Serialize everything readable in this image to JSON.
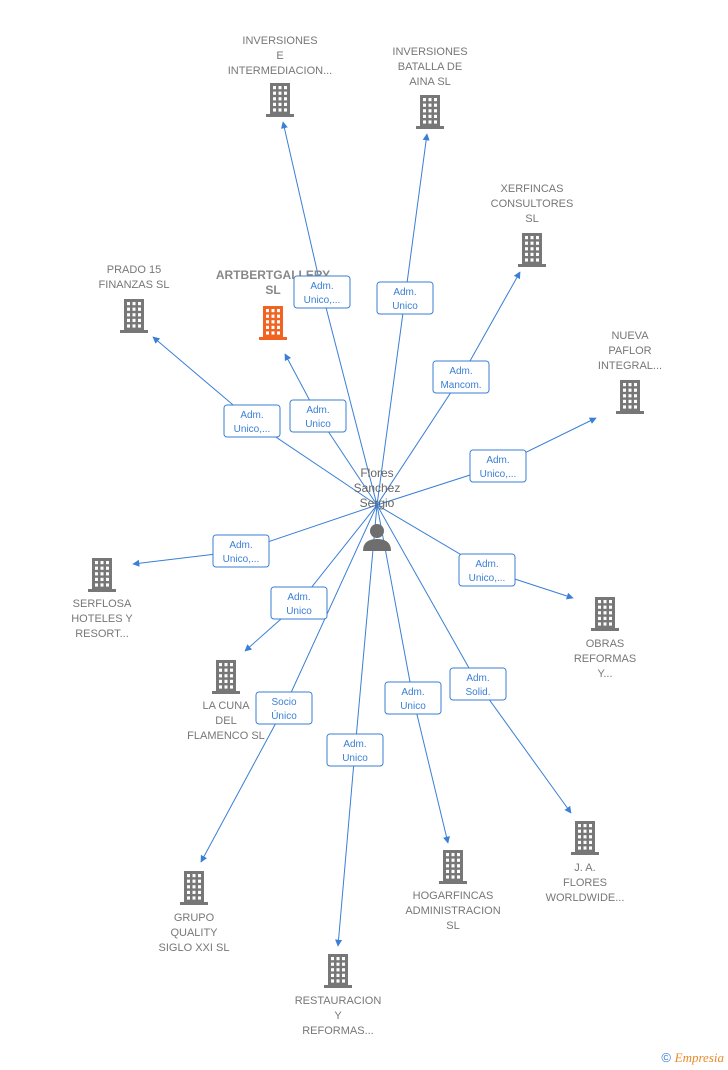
{
  "person": {
    "name_lines": [
      "Flores",
      "Sanchez",
      "Sergio"
    ]
  },
  "colors": {
    "edge": "#3a7fd5",
    "company": "#777777",
    "highlight": "#f26322"
  },
  "companies": [
    {
      "id": "inversiones-intermediacion",
      "label_lines": [
        "INVERSIONES",
        "E",
        "INTERMEDIACION..."
      ],
      "highlight": false
    },
    {
      "id": "inversiones-batalla",
      "label_lines": [
        "INVERSIONES",
        "BATALLA DE",
        "AINA  SL"
      ],
      "highlight": false
    },
    {
      "id": "xerfincas",
      "label_lines": [
        "XERFINCAS",
        "CONSULTORES",
        "SL"
      ],
      "highlight": false
    },
    {
      "id": "prado15",
      "label_lines": [
        "PRADO 15",
        "FINANZAS  SL"
      ],
      "highlight": false
    },
    {
      "id": "artbertgallery",
      "label_lines": [
        "ARTBERTGALLERY",
        "SL"
      ],
      "highlight": true
    },
    {
      "id": "nueva-paflor",
      "label_lines": [
        "NUEVA",
        "PAFLOR",
        "INTEGRAL..."
      ],
      "highlight": false
    },
    {
      "id": "serflosa",
      "label_lines": [
        "SERFLOSA",
        "HOTELES Y",
        "RESORT..."
      ],
      "highlight": false
    },
    {
      "id": "obras-reformas",
      "label_lines": [
        "OBRAS",
        "REFORMAS",
        "Y..."
      ],
      "highlight": false
    },
    {
      "id": "la-cuna",
      "label_lines": [
        "LA CUNA",
        "DEL",
        "FLAMENCO SL"
      ],
      "highlight": false
    },
    {
      "id": "ja-flores",
      "label_lines": [
        "J.  A.",
        "FLORES",
        "WORLDWIDE..."
      ],
      "highlight": false
    },
    {
      "id": "grupo-quality",
      "label_lines": [
        "GRUPO",
        "QUALITY",
        "SIGLO XXI  SL"
      ],
      "highlight": false
    },
    {
      "id": "hogarfincas",
      "label_lines": [
        "HOGARFINCAS",
        "ADMINISTRACION",
        "SL"
      ],
      "highlight": false
    },
    {
      "id": "restauracion",
      "label_lines": [
        "RESTAURACION",
        "Y",
        "REFORMAS..."
      ],
      "highlight": false
    }
  ],
  "relations": [
    {
      "target": "inversiones-intermediacion",
      "label_lines": [
        "Adm.",
        "Unico,..."
      ]
    },
    {
      "target": "inversiones-batalla",
      "label_lines": [
        "Adm.",
        "Unico"
      ]
    },
    {
      "target": "xerfincas",
      "label_lines": [
        "Adm.",
        "Mancom."
      ]
    },
    {
      "target": "prado15",
      "label_lines": [
        "Adm.",
        "Unico,..."
      ]
    },
    {
      "target": "artbertgallery",
      "label_lines": [
        "Adm.",
        "Unico"
      ]
    },
    {
      "target": "nueva-paflor",
      "label_lines": [
        "Adm.",
        "Unico,..."
      ]
    },
    {
      "target": "serflosa",
      "label_lines": [
        "Adm.",
        "Unico,..."
      ]
    },
    {
      "target": "obras-reformas",
      "label_lines": [
        "Adm.",
        "Unico,..."
      ]
    },
    {
      "target": "la-cuna",
      "label_lines": [
        "Adm.",
        "Unico"
      ]
    },
    {
      "target": "ja-flores",
      "label_lines": [
        "Adm.",
        "Solid."
      ]
    },
    {
      "target": "grupo-quality",
      "label_lines": [
        "Socio",
        "Único"
      ]
    },
    {
      "target": "hogarfincas",
      "label_lines": [
        "Adm.",
        "Unico"
      ]
    },
    {
      "target": "restauracion",
      "label_lines": [
        "Adm.",
        "Unico"
      ]
    }
  ],
  "footer": {
    "copyright": "©",
    "brand": "Empresia"
  }
}
